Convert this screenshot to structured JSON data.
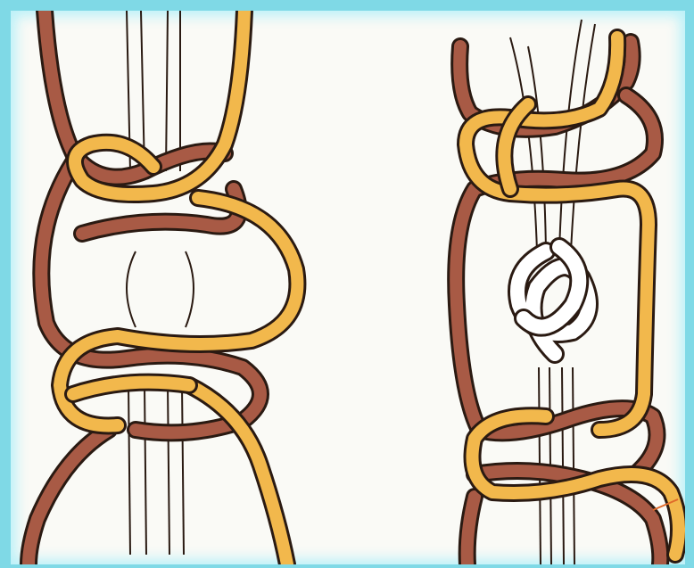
{
  "illustration": {
    "subject": "macrame-knots",
    "colors": {
      "brown_cord": "#a85a45",
      "gold_cord": "#f2b84c",
      "outline": "#2a1a12",
      "filler_cord": "#ffffff",
      "frame": "#7fd9e6",
      "paper": "#fafaf6"
    },
    "figures": [
      {
        "id": "left",
        "knot": "double-square-knot-with-bead-gap"
      },
      {
        "id": "right",
        "knot": "alternating-half-hitch-chain-with-overhand"
      }
    ]
  }
}
